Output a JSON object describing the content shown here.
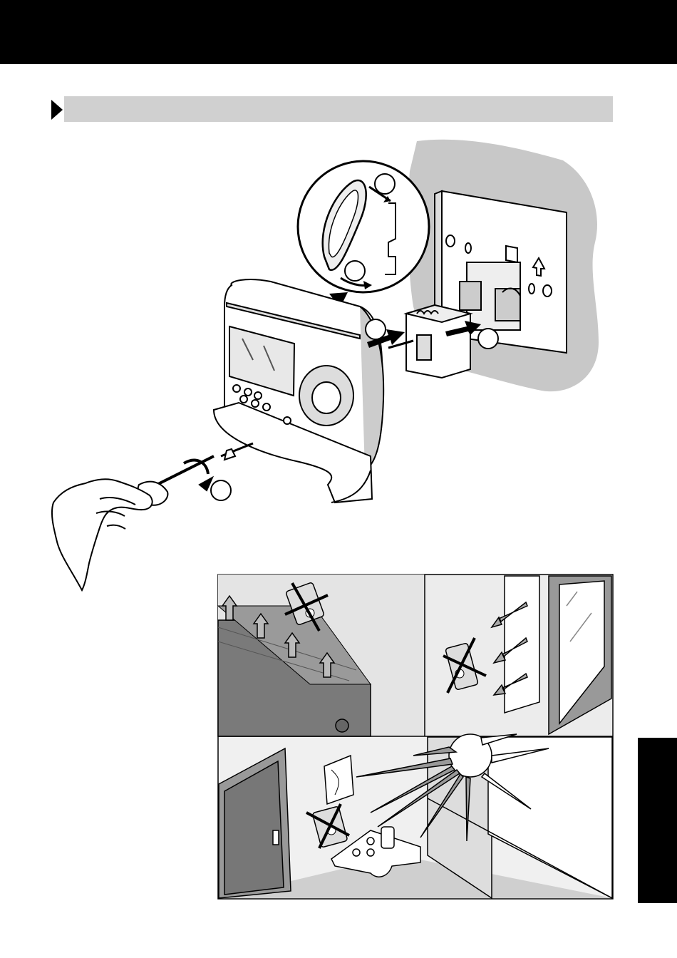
{
  "header": {
    "bar_color": "#000000"
  },
  "section": {
    "bar_color": "#d0d0d0",
    "title": ""
  },
  "side_tab": {
    "color": "#000000"
  },
  "installation_figure": {
    "step_markers": [
      "",
      "",
      "",
      "",
      ""
    ],
    "icons": [
      "thermostat-icon",
      "wall-plate-icon",
      "screwdriver-icon",
      "hand-icon",
      "clip-detail-icon",
      "wall-mount-arrow-icon"
    ]
  },
  "placement_panels": [
    {
      "name": "radiator-heat",
      "icons": [
        "radiator-icon",
        "heat-arrow-icon",
        "crossed-thermostat-icon"
      ]
    },
    {
      "name": "window-draught",
      "icons": [
        "window-icon",
        "draught-arrow-icon",
        "crossed-thermostat-icon"
      ]
    },
    {
      "name": "sunlight",
      "icons": [
        "sun-icon",
        "door-icon",
        "picture-frame-icon",
        "table-icon",
        "crossed-thermostat-icon"
      ]
    }
  ]
}
